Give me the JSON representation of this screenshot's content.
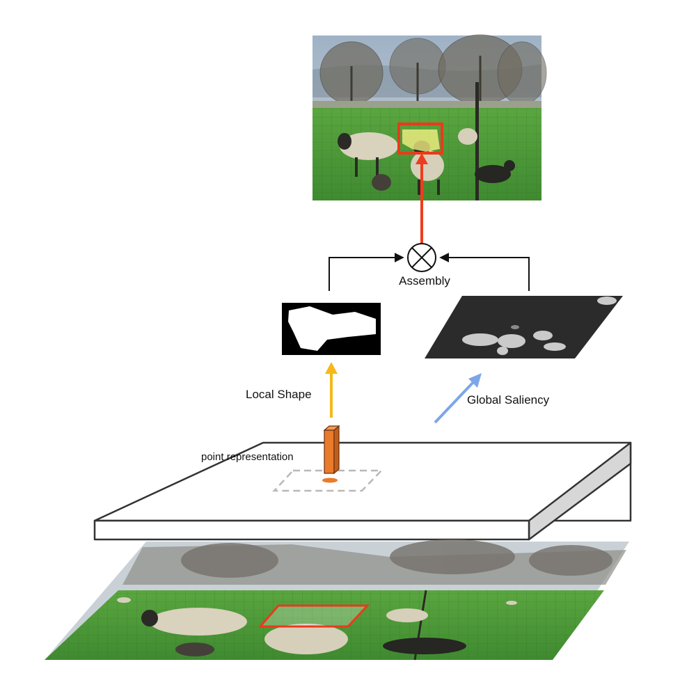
{
  "labels": {
    "assembly": "Assembly",
    "local_shape": "Local Shape",
    "global_saliency": "Global Saliency",
    "point_representation": "point representation"
  },
  "colors": {
    "local_shape_arrow": "#f6b81a",
    "global_saliency_arrow": "#7da6e8",
    "output_arrow": "#ee3d1c",
    "detection_box": "#ea3a1c",
    "point_bar": "#ea7a2c",
    "mask_fill": "#fff585",
    "grass": "#4f9a3c",
    "sky": "#a8b7c4"
  },
  "icons": {
    "assembly_operator": "circled-times-icon"
  }
}
